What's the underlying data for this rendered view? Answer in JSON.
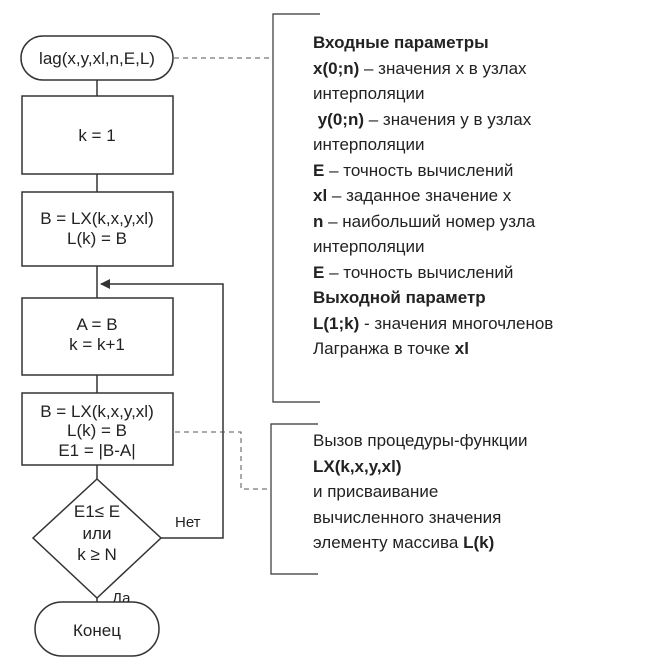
{
  "flowchart": {
    "start": "lag(x,y,xl,n,E,L)",
    "init": "k = 1",
    "first_calc": [
      "B = LX(k,x,y,xl)",
      "L(k) = B"
    ],
    "update": [
      "A = B",
      "k = k+1"
    ],
    "second_calc": [
      "B = LX(k,x,y,xl)",
      "L(k) = B",
      "E1 = |B-A|"
    ],
    "decision": [
      "E1≤ E",
      "или",
      "k ≥ N"
    ],
    "no_label": "Нет",
    "yes_label": "Да",
    "end": "Конец"
  },
  "params_note": {
    "input_header": "Входные параметры",
    "lines": [
      {
        "bold": "x(0;n)",
        "text": " – значения x в узлах"
      },
      {
        "bold": "",
        "text": "интерполяции"
      },
      {
        "bold": " y(0;n)",
        "text": " – значения y в узлах"
      },
      {
        "bold": "",
        "text": "интерполяции"
      },
      {
        "bold": "E",
        "text": " – точность вычислений"
      },
      {
        "bold": "xl",
        "text": " – заданное значение x"
      },
      {
        "bold": "n",
        "text": " – наибольший номер узла"
      },
      {
        "bold": "",
        "text": "интерполяции"
      },
      {
        "bold": "E",
        "text": " – точность вычислений"
      }
    ],
    "output_header": "Выходной параметр",
    "output_lines": [
      {
        "bold": "L(1;k)",
        "text": " - значения многочленов"
      },
      {
        "text": "Лагранжа в точке ",
        "bold_after": "xl"
      }
    ]
  },
  "call_note": {
    "line1": "Вызов процедуры-функции",
    "line2_bold": "LX(k,x,y,xl)",
    "line3": "и присваивание",
    "line4": "вычисленного значения",
    "line5_text": "элементу массива ",
    "line5_bold": "L(k)"
  }
}
